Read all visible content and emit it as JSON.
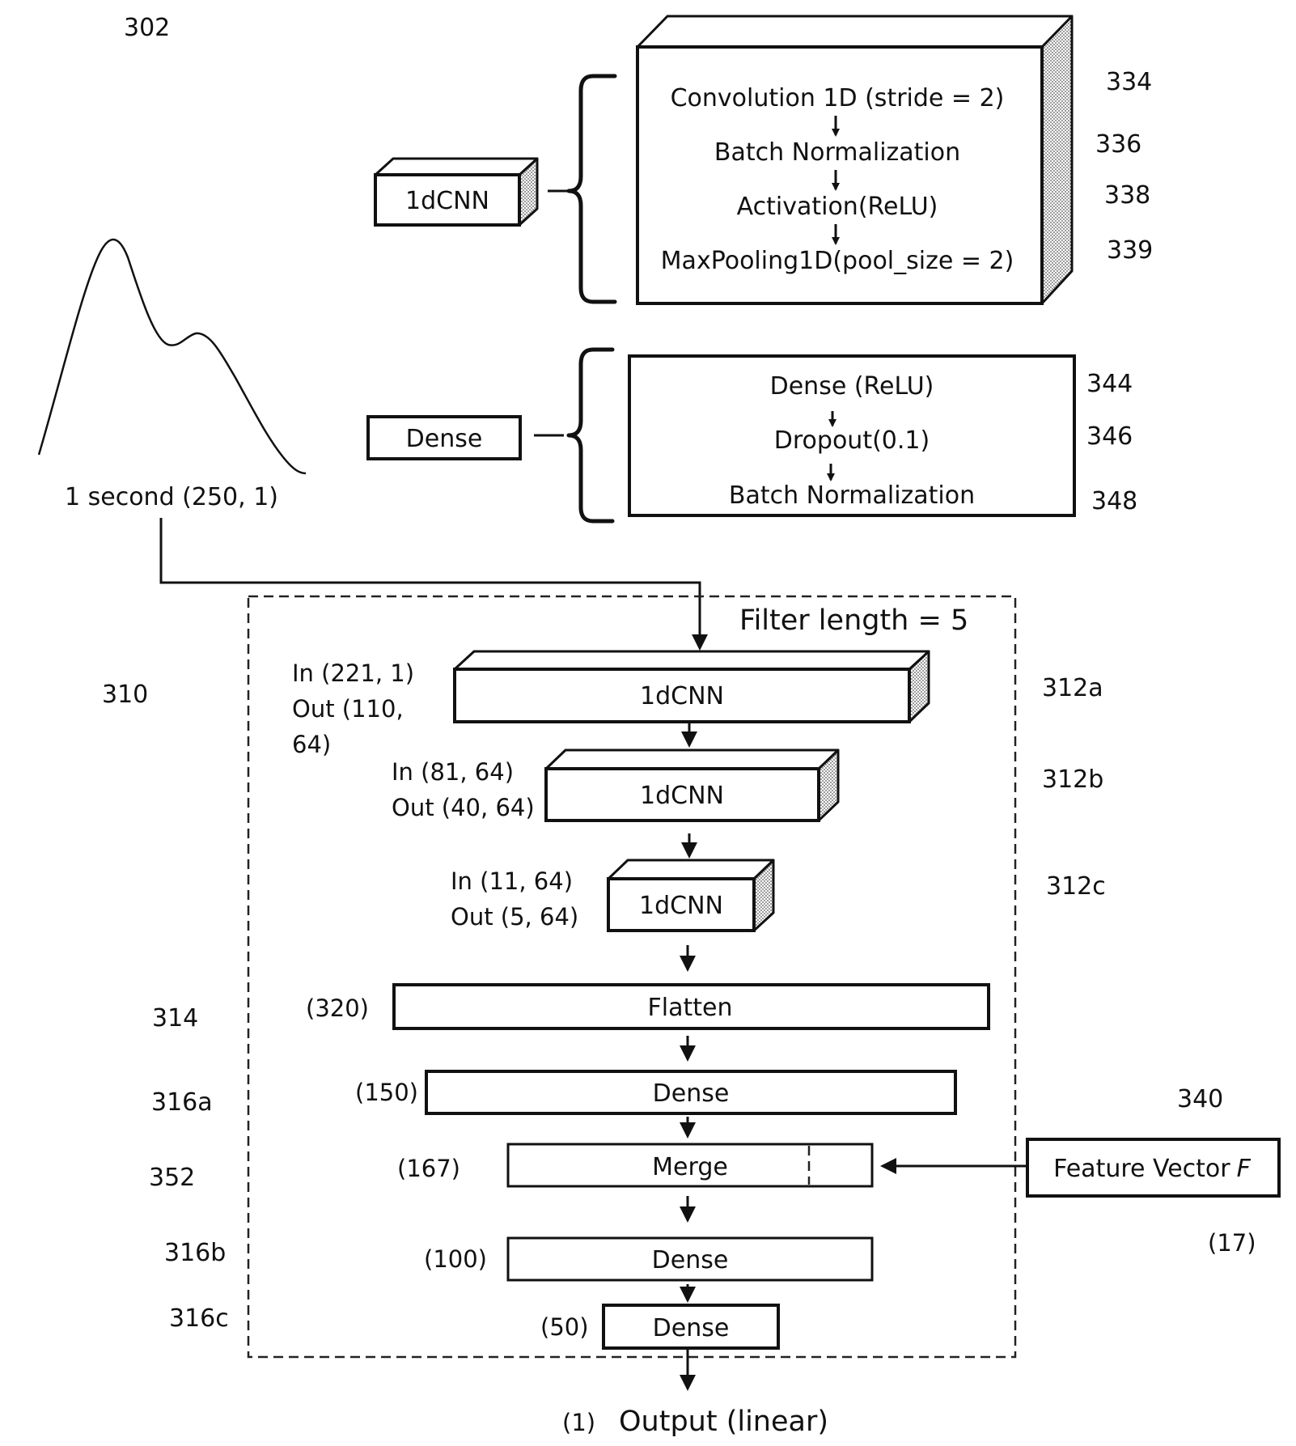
{
  "refs": {
    "r302": "302",
    "r334": "334",
    "r336": "336",
    "r338": "338",
    "r339": "339",
    "r344": "344",
    "r346": "346",
    "r348": "348",
    "r310": "310",
    "r312a": "312a",
    "r312b": "312b",
    "r312c": "312c",
    "r314": "314",
    "r316a": "316a",
    "r352": "352",
    "r316b": "316b",
    "r316c": "316c",
    "r340": "340"
  },
  "signal": {
    "label": "1 second (250, 1)"
  },
  "legend_cnn": {
    "block_label": "1dCNN",
    "steps": [
      "Convolution 1D (stride = 2)",
      "Batch Normalization",
      "Activation(ReLU)",
      "MaxPooling1D(pool_size = 2)"
    ]
  },
  "legend_dense": {
    "block_label": "Dense",
    "steps": [
      "Dense (ReLU)",
      "Dropout(0.1)",
      "Batch Normalization"
    ]
  },
  "network": {
    "filter_note": "Filter length = 5",
    "cnn1": {
      "label": "1dCNN",
      "in": "In (221, 1)",
      "out_line1": "Out (110,",
      "out_line2": "64)"
    },
    "cnn2": {
      "label": "1dCNN",
      "in": "In (81, 64)",
      "out": "Out (40, 64)"
    },
    "cnn3": {
      "label": "1dCNN",
      "in": "In (11, 64)",
      "out": "Out (5, 64)"
    },
    "flatten": {
      "label": "Flatten",
      "dim": "(320)"
    },
    "dense1": {
      "label": "Dense",
      "dim": "(150)"
    },
    "merge": {
      "label": "Merge",
      "dim": "(167)"
    },
    "dense2": {
      "label": "Dense",
      "dim": "(100)"
    },
    "dense3": {
      "label": "Dense",
      "dim": "(50)"
    },
    "output": {
      "dim": "(1)",
      "label": "Output (linear)"
    }
  },
  "feature_vector": {
    "label": "Feature Vector",
    "symbol": "F",
    "dim": "(17)"
  }
}
